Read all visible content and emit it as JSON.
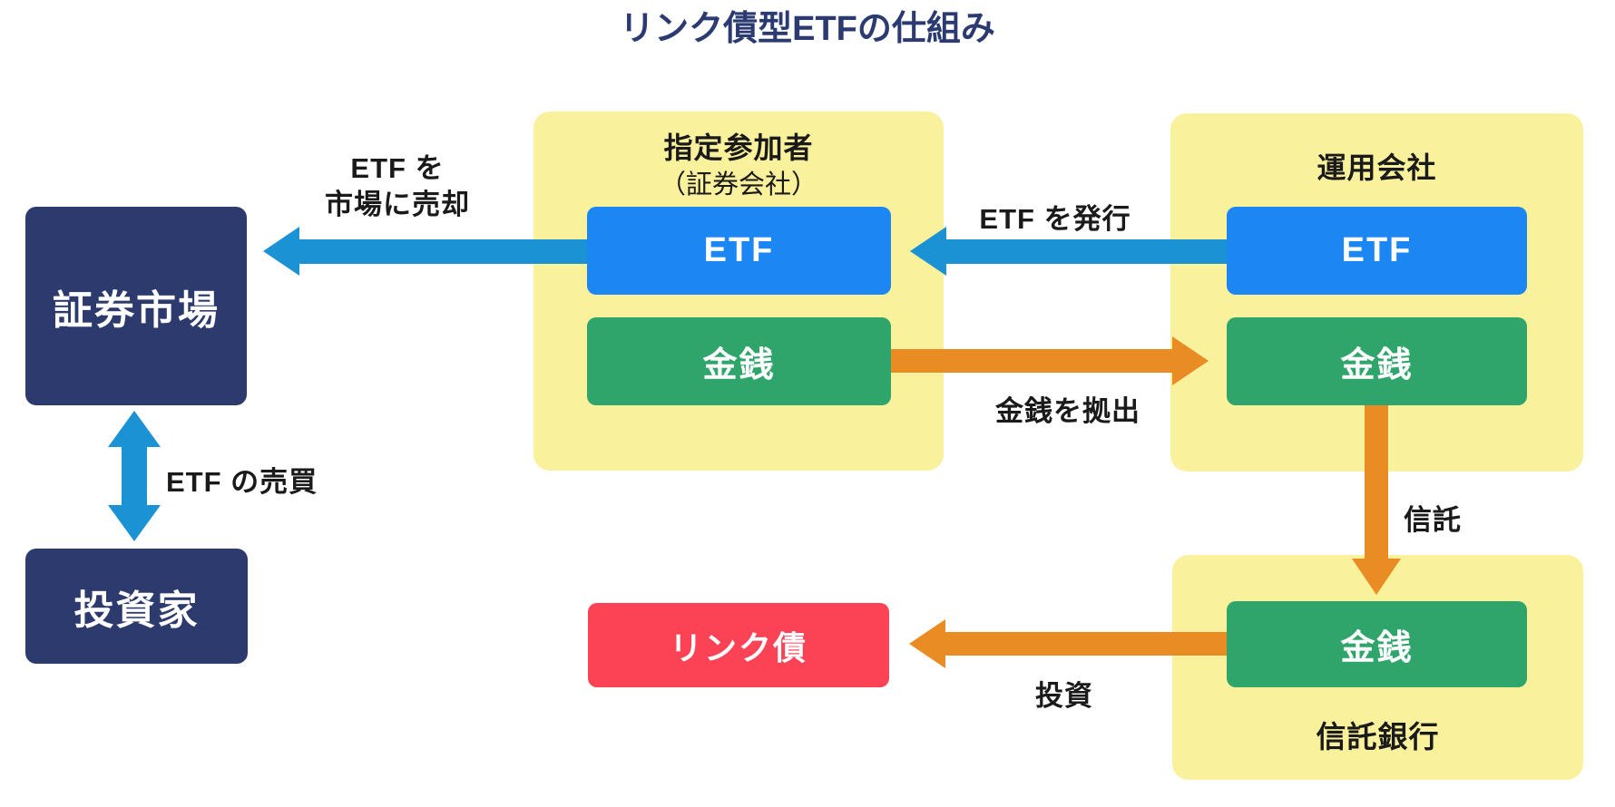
{
  "title": {
    "text": "リンク債型ETFの仕組み"
  },
  "colors": {
    "navy": "#2d3a6d",
    "navy_text": "#2b3a70",
    "yellow": "#f9f19b",
    "blue_box": "#1c86f2",
    "green_box": "#2fa56b",
    "red_box": "#fb4355",
    "blue_arrow": "#1b92d3",
    "orange_arrow": "#e98c24",
    "label_text": "#1a1a1a"
  },
  "left": {
    "market": "証券市場",
    "investor": "投資家",
    "trade_label": "ETF の売買"
  },
  "participant": {
    "title": "指定参加者",
    "subtitle": "（証券会社）",
    "etf": "ETF",
    "cash": "金銭"
  },
  "manager": {
    "title": "運用会社",
    "etf": "ETF",
    "cash": "金銭"
  },
  "trust_bank": {
    "title": "信託銀行",
    "cash": "金銭"
  },
  "linked_bond": {
    "label": "リンク債"
  },
  "arrows": {
    "sell_line1": "ETF を",
    "sell_line2": "市場に売却",
    "issue": "ETF を発行",
    "contribute": "金銭を拠出",
    "trust": "信託",
    "invest": "投資"
  }
}
